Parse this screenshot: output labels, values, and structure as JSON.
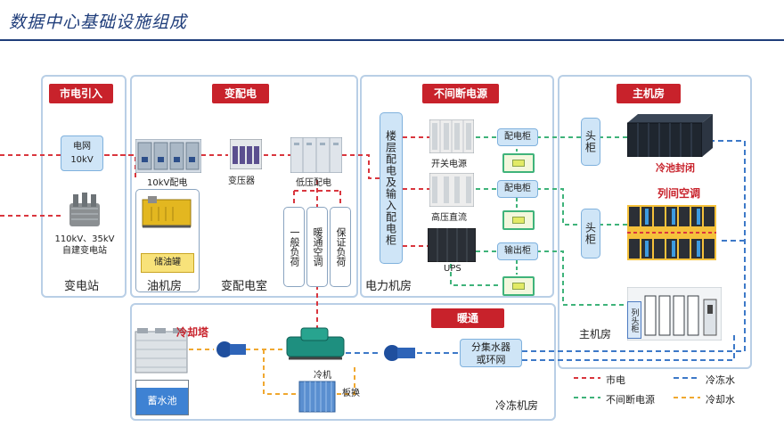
{
  "title": "数据中心基础设施组成",
  "sections": {
    "grid_in": "市电引入",
    "substation_room": "变配电",
    "ups_section": "不间断电源",
    "server_room_section": "主机房",
    "hvac": "暖通"
  },
  "grid_panel": {
    "grid_box": "电网\n10kV",
    "substation_label": "110kV、35kV\n自建变电站",
    "footer": "变电站"
  },
  "distribution_panel": {
    "switchgear": "10kV配电",
    "transformer": "变压器",
    "lv_distribution": "低压配电",
    "oil_tank": "储油罐",
    "generator_room": "油机房",
    "general_load": "一般负荷",
    "hvac_ac": "暖通空调",
    "critical_load": "保证负荷",
    "footer": "变配电室"
  },
  "power_room": {
    "floor_dist": "楼层配电及输入配电柜",
    "switching_power": "开关电源",
    "hv_dc": "高压直流",
    "ups": "UPS",
    "dist_cabinet_1": "配电柜",
    "dist_cabinet_2": "配电柜",
    "output_cabinet": "输出柜",
    "footer": "电力机房"
  },
  "server_room": {
    "head_cabinet_1": "头柜",
    "head_cabinet_2": "头柜",
    "cold_aisle": "冷池封闭",
    "inrow_ac": "列间空调",
    "row_head": "列头柜",
    "footer": "主机房"
  },
  "chiller_room": {
    "cooling_tower": "冷却塔",
    "water_tank": "蓄水池",
    "chiller": "冷机",
    "plate_hx": "板换",
    "manifold": "分集水器\n或环网",
    "footer": "冷冻机房"
  },
  "legend": {
    "grid_power": "市电",
    "chilled_water": "冷冻水",
    "ups_power": "不间断电源",
    "cooling_water": "冷却水"
  },
  "colors": {
    "grid_power": "#d9363e",
    "ups_power": "#3fb37a",
    "chilled_water": "#3d79c8",
    "cooling_water": "#f0a830",
    "tag": "#c8222b",
    "panel_border": "#b9cfe6",
    "title": "#1f3d7a"
  }
}
